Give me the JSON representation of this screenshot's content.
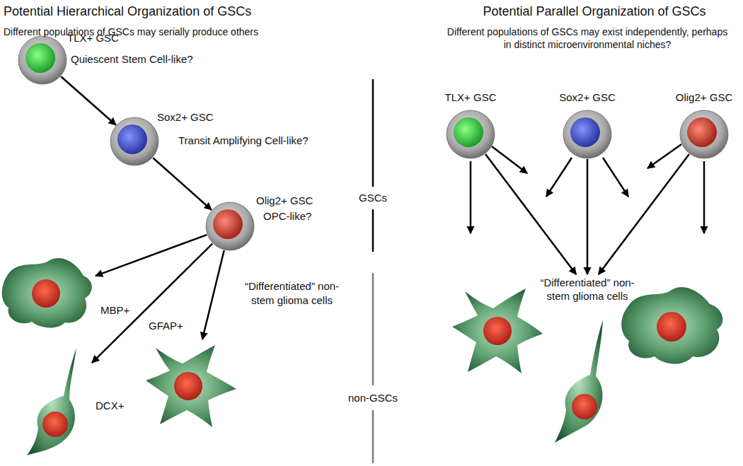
{
  "diagram": {
    "nodes": [
      {
        "text": [
          "TLX+ GSC",
          "Quiescent Stem Cell-like?"
        ]
      },
      {
        "text": [
          "Sox2+ GSC",
          "Transit Amplifying Cell-like?"
        ]
      },
      {
        "text": [
          "Olig2+ GSC",
          "OPC-like?"
        ]
      },
      {
        "text": [
          "MBP+"
        ]
      },
      {
        "text": [
          "DCX+"
        ]
      },
      {
        "text": [
          "GFAP+"
        ]
      },
      {
        "text": [
          "TLX+ GSC"
        ]
      },
      {
        "text": [
          "Sox2+ GSC"
        ]
      },
      {
        "text": [
          "Olig2+ GSC"
        ]
      },
      {
        "text": [
          "“Differentiated” non-stem glioma cells"
        ]
      }
    ],
    "edges": [
      {
        "from": 0,
        "to": 1,
        "arrow": "to"
      },
      {
        "from": 1,
        "to": 2,
        "arrow": "to"
      },
      {
        "from": 2,
        "to": 3,
        "arrow": "to"
      },
      {
        "from": 2,
        "to": 4,
        "arrow": "to"
      },
      {
        "from": 2,
        "to": 5,
        "arrow": "to"
      },
      {
        "from": 6,
        "to": 9,
        "arrow": "to"
      },
      {
        "from": 7,
        "to": 9,
        "arrow": "to"
      },
      {
        "from": 8,
        "to": 9,
        "arrow": "to"
      }
    ],
    "labels": [
      "Potential Hierarchical Organization of GSCs",
      "Different populations of GSCs may serially produce others",
      "Potential Parallel Organization of GSCs",
      "Different populations of GSCs may exist independently, perhaps in distinct microenvironmental niches?",
      "“Differentiated” non-stem glioma cells",
      "GSCs",
      "non-GSCs"
    ]
  }
}
